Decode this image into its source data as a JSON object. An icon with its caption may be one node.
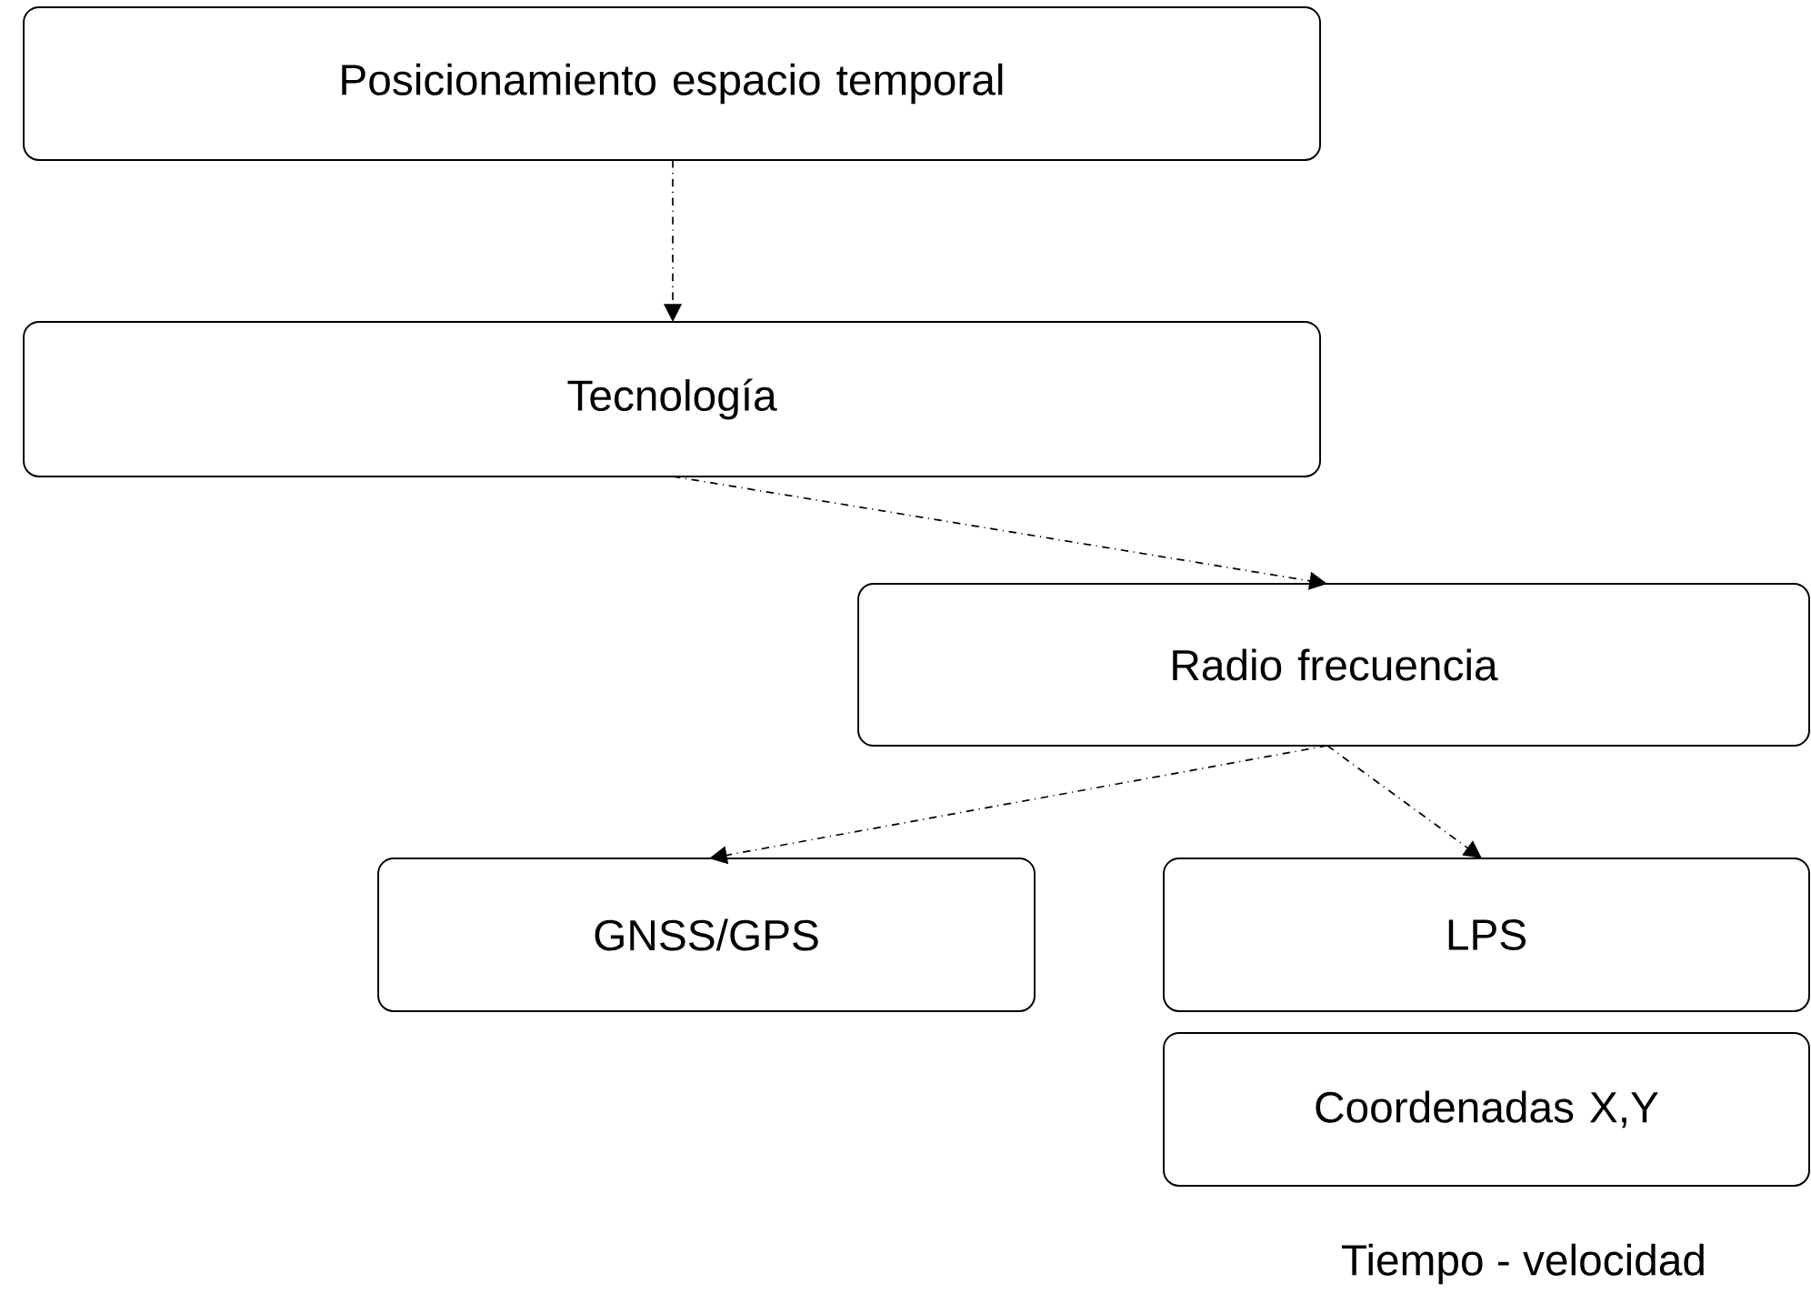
{
  "diagram": {
    "nodes": [
      {
        "text": [
          "Posicionamiento espacio temporal"
        ]
      },
      {
        "text": [
          "Tecnología"
        ]
      },
      {
        "text": [
          "Radio frecuencia"
        ]
      },
      {
        "text": [
          "GNSS/GPS"
        ]
      },
      {
        "text": [
          "LPS"
        ]
      },
      {
        "text": [
          "Coordenadas X,Y"
        ]
      }
    ],
    "edges": [
      {
        "from": 0,
        "to": 1,
        "arrow": "to",
        "style": "dashed"
      },
      {
        "from": 1,
        "to": 2,
        "arrow": "to",
        "style": "dashed"
      },
      {
        "from": 2,
        "to": 3,
        "arrow": "to",
        "style": "dashed"
      },
      {
        "from": 2,
        "to": 4,
        "arrow": "to",
        "style": "dashed"
      }
    ],
    "labels": [
      "Tiempo - velocidad"
    ]
  }
}
